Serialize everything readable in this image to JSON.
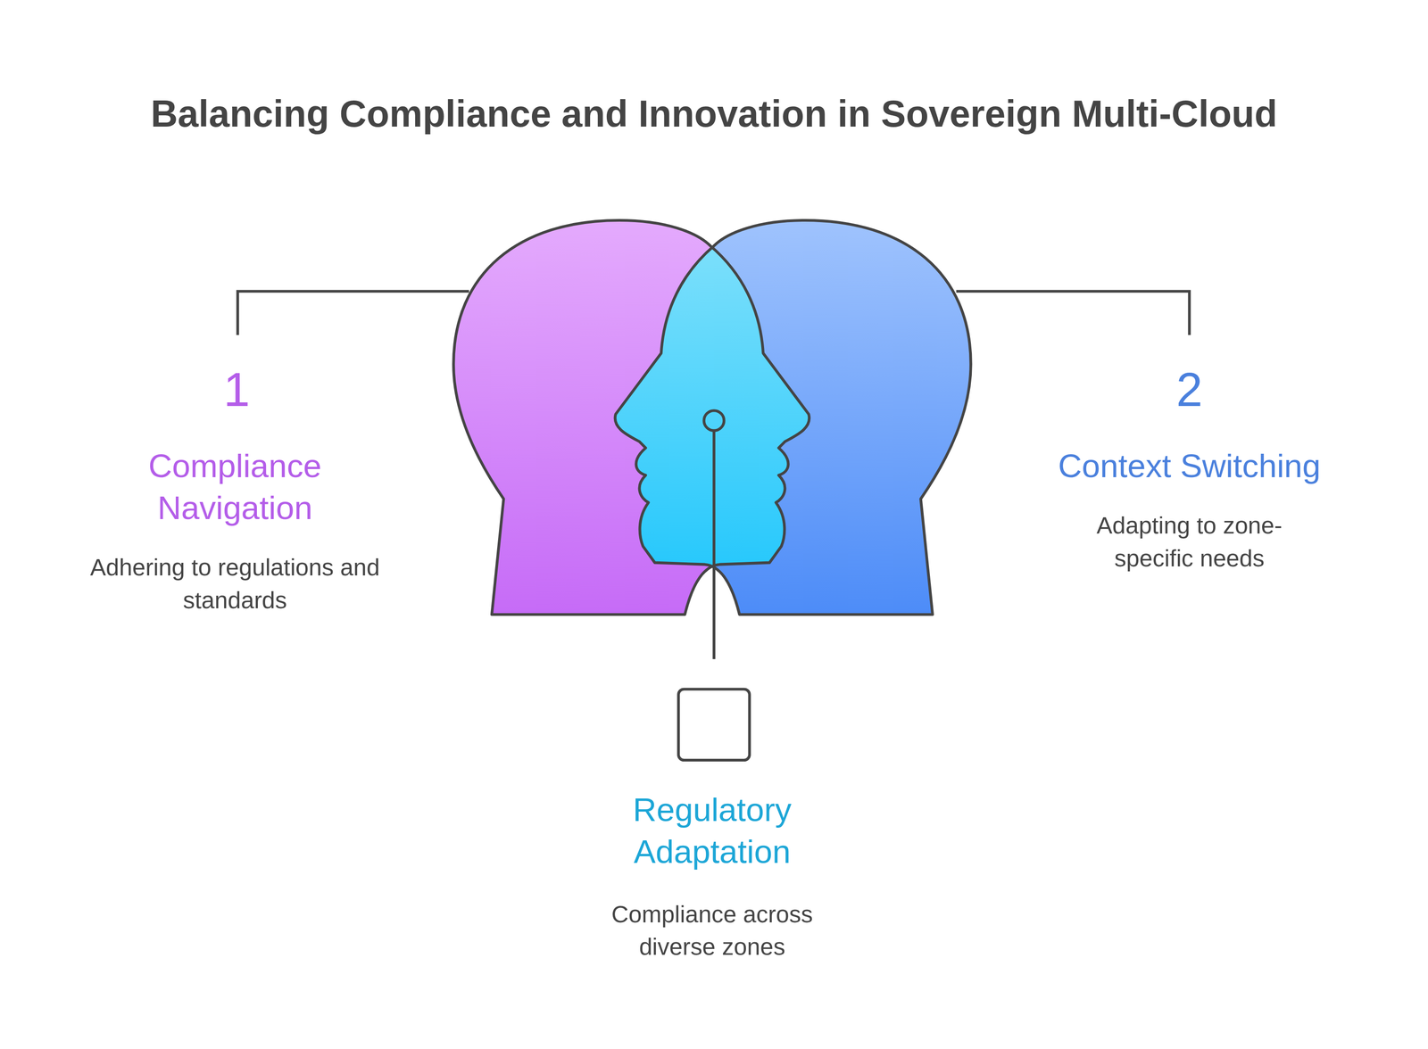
{
  "diagram": {
    "title": "Balancing Compliance and Innovation in Sovereign Multi-Cloud",
    "labels": [
      "1",
      "Compliance Navigation",
      "Adhering to regulations and standards",
      "2",
      "Context Switching",
      "Adapting to zone-specific needs",
      "Regulatory Adaptation",
      "Compliance across diverse zones"
    ]
  }
}
